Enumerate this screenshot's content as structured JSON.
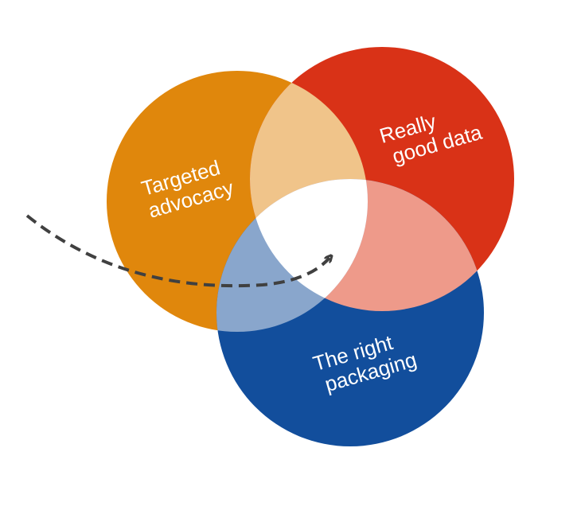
{
  "diagram": {
    "type": "venn",
    "circles": [
      {
        "id": "targeted-advocacy",
        "label_lines": [
          "Targeted",
          "advocacy"
        ],
        "color": "#E0870C"
      },
      {
        "id": "really-good-data",
        "label_lines": [
          "Really",
          "good data"
        ],
        "color": "#D93217"
      },
      {
        "id": "the-right-packaging",
        "label_lines": [
          "The right",
          "packaging"
        ],
        "color": "#124E9C"
      }
    ],
    "overlap_colors": {
      "advocacy_data": "#F0C48A",
      "data_packaging": "#EE9A8A",
      "advocacy_packaging": "#89A6CC",
      "center": "#FFFFFF"
    },
    "arrow": {
      "style": "dashed",
      "color": "#404040"
    }
  }
}
